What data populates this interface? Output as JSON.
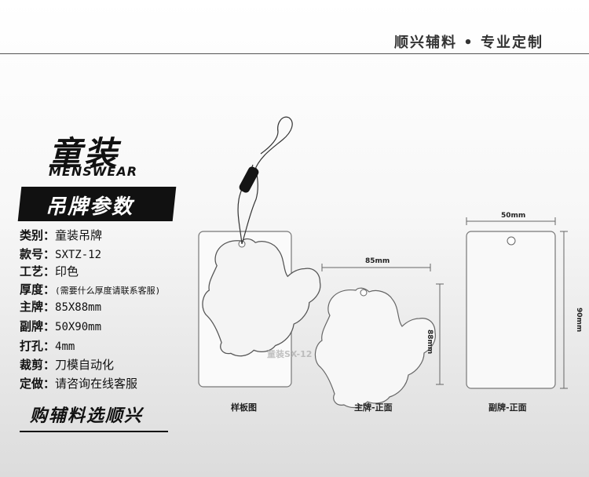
{
  "header": {
    "slogan": "顺兴辅料 • 专业定制"
  },
  "brand": {
    "cn": "童装",
    "en": "MENSWEAR"
  },
  "spec_title": "吊牌参数",
  "specs": [
    {
      "key": "类别：",
      "value": "童装吊牌"
    },
    {
      "key": "款号：",
      "value": "SXTZ-12"
    },
    {
      "key": "工艺：",
      "value": "印色"
    },
    {
      "key": "厚度：",
      "value": "(需要什么厚度请联系客服)"
    },
    {
      "key": "主牌：",
      "value": "85X88mm"
    },
    {
      "key": "副牌：",
      "value": "50X90mm"
    },
    {
      "key": "打孔：",
      "value": "4mm"
    },
    {
      "key": "裁剪：",
      "value": "刀模自动化"
    },
    {
      "key": "定做：",
      "value": "请咨询在线客服"
    }
  ],
  "bottom_slogan": "购辅料选顺兴",
  "diagrams": {
    "sample": {
      "caption": "样板图",
      "watermark": "童装SX-12"
    },
    "main": {
      "caption": "主牌-正面",
      "width_label": "85mm",
      "height_label": "88mm"
    },
    "sub": {
      "caption": "副牌-正面",
      "width_label": "50mm",
      "height_label": "90mm"
    }
  }
}
